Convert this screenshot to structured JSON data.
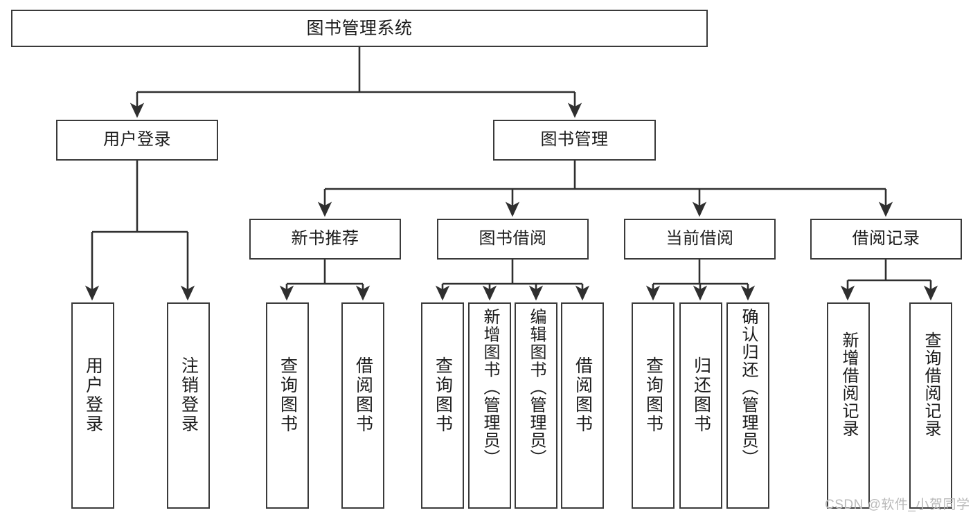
{
  "diagram": {
    "title": "图书管理系统",
    "type": "tree-hierarchy-diagram",
    "colors": {
      "background": "#ffffff",
      "box_border": "#3a3a3a",
      "box_fill": "#ffffff",
      "text": "#1b1b1b",
      "connector": "#2f2f2f",
      "watermark": "#b9b9b9"
    },
    "root": {
      "label": "图书管理系统"
    },
    "level2": [
      {
        "label": "用户登录"
      },
      {
        "label": "图书管理"
      }
    ],
    "level3": [
      {
        "label": "新书推荐"
      },
      {
        "label": "图书借阅"
      },
      {
        "label": "当前借阅"
      },
      {
        "label": "借阅记录"
      }
    ],
    "leaves": {
      "user_login": [
        {
          "label": "用户登录"
        },
        {
          "label": "注销登录"
        }
      ],
      "new_book_recommend": [
        {
          "label": "查询图书"
        },
        {
          "label": "借阅图书"
        }
      ],
      "book_borrow": [
        {
          "label": "查询图书"
        },
        {
          "label": "新增图书（管理员）"
        },
        {
          "label": "编辑图书（管理员）"
        },
        {
          "label": "借阅图书"
        }
      ],
      "current_borrow": [
        {
          "label": "查询图书"
        },
        {
          "label": "归还图书"
        },
        {
          "label": "确认归还（管理员）"
        }
      ],
      "borrow_record": [
        {
          "label": "新增借阅记录"
        },
        {
          "label": "查询借阅记录"
        }
      ]
    }
  },
  "watermark": {
    "text": "CSDN @软件_小贺同学"
  }
}
